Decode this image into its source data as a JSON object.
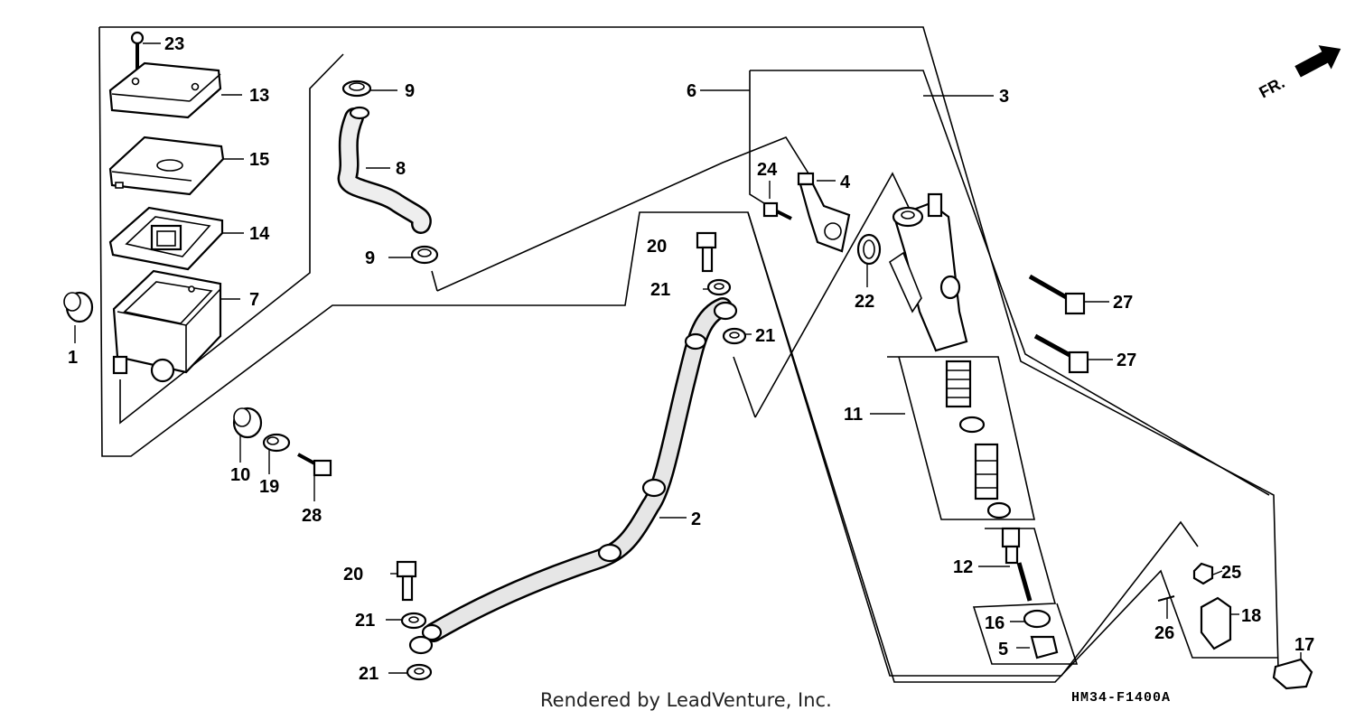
{
  "diagram_code": "HM34-F1400A",
  "footer_text": "Rendered by LeadVenture, Inc.",
  "direction_label": "FR.",
  "callouts": [
    {
      "id": "c1",
      "label": "1"
    },
    {
      "id": "c2",
      "label": "2"
    },
    {
      "id": "c3",
      "label": "3"
    },
    {
      "id": "c4",
      "label": "4"
    },
    {
      "id": "c5",
      "label": "5"
    },
    {
      "id": "c6",
      "label": "6"
    },
    {
      "id": "c7",
      "label": "7"
    },
    {
      "id": "c8",
      "label": "8"
    },
    {
      "id": "c9a",
      "label": "9"
    },
    {
      "id": "c9b",
      "label": "9"
    },
    {
      "id": "c10",
      "label": "10"
    },
    {
      "id": "c11",
      "label": "11"
    },
    {
      "id": "c12",
      "label": "12"
    },
    {
      "id": "c13",
      "label": "13"
    },
    {
      "id": "c14",
      "label": "14"
    },
    {
      "id": "c15",
      "label": "15"
    },
    {
      "id": "c16",
      "label": "16"
    },
    {
      "id": "c17",
      "label": "17"
    },
    {
      "id": "c18",
      "label": "18"
    },
    {
      "id": "c19",
      "label": "19"
    },
    {
      "id": "c20a",
      "label": "20"
    },
    {
      "id": "c20b",
      "label": "20"
    },
    {
      "id": "c21a",
      "label": "21"
    },
    {
      "id": "c21b",
      "label": "21"
    },
    {
      "id": "c21c",
      "label": "21"
    },
    {
      "id": "c21d",
      "label": "21"
    },
    {
      "id": "c22",
      "label": "22"
    },
    {
      "id": "c23",
      "label": "23"
    },
    {
      "id": "c24",
      "label": "24"
    },
    {
      "id": "c25",
      "label": "25"
    },
    {
      "id": "c26",
      "label": "26"
    },
    {
      "id": "c27a",
      "label": "27"
    },
    {
      "id": "c27b",
      "label": "27"
    },
    {
      "id": "c28",
      "label": "28"
    }
  ]
}
